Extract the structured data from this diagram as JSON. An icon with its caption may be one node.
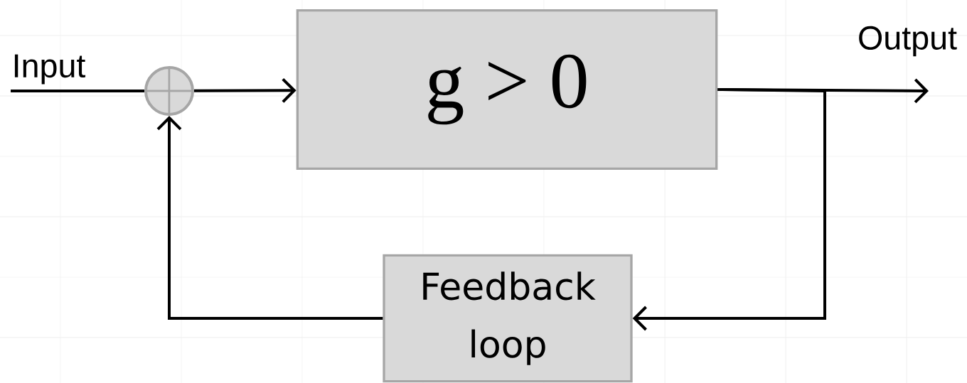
{
  "diagram": {
    "nodes": [
      {
        "text": [
          "Input"
        ]
      },
      {
        "text": [],
        "shape": "circle"
      },
      {
        "text": [
          "g > 0"
        ]
      },
      {
        "text": [
          "Output"
        ]
      },
      {
        "text": [
          "Feedback loop"
        ]
      }
    ],
    "edges": [
      {
        "from": 0,
        "to": 1,
        "arrow": "none"
      },
      {
        "from": 1,
        "to": 2,
        "arrow": "to"
      },
      {
        "from": 2,
        "to": 3,
        "arrow": "to"
      },
      {
        "from": 2,
        "to": 4,
        "arrow": "to"
      },
      {
        "from": 4,
        "to": 1,
        "arrow": "to"
      }
    ]
  }
}
